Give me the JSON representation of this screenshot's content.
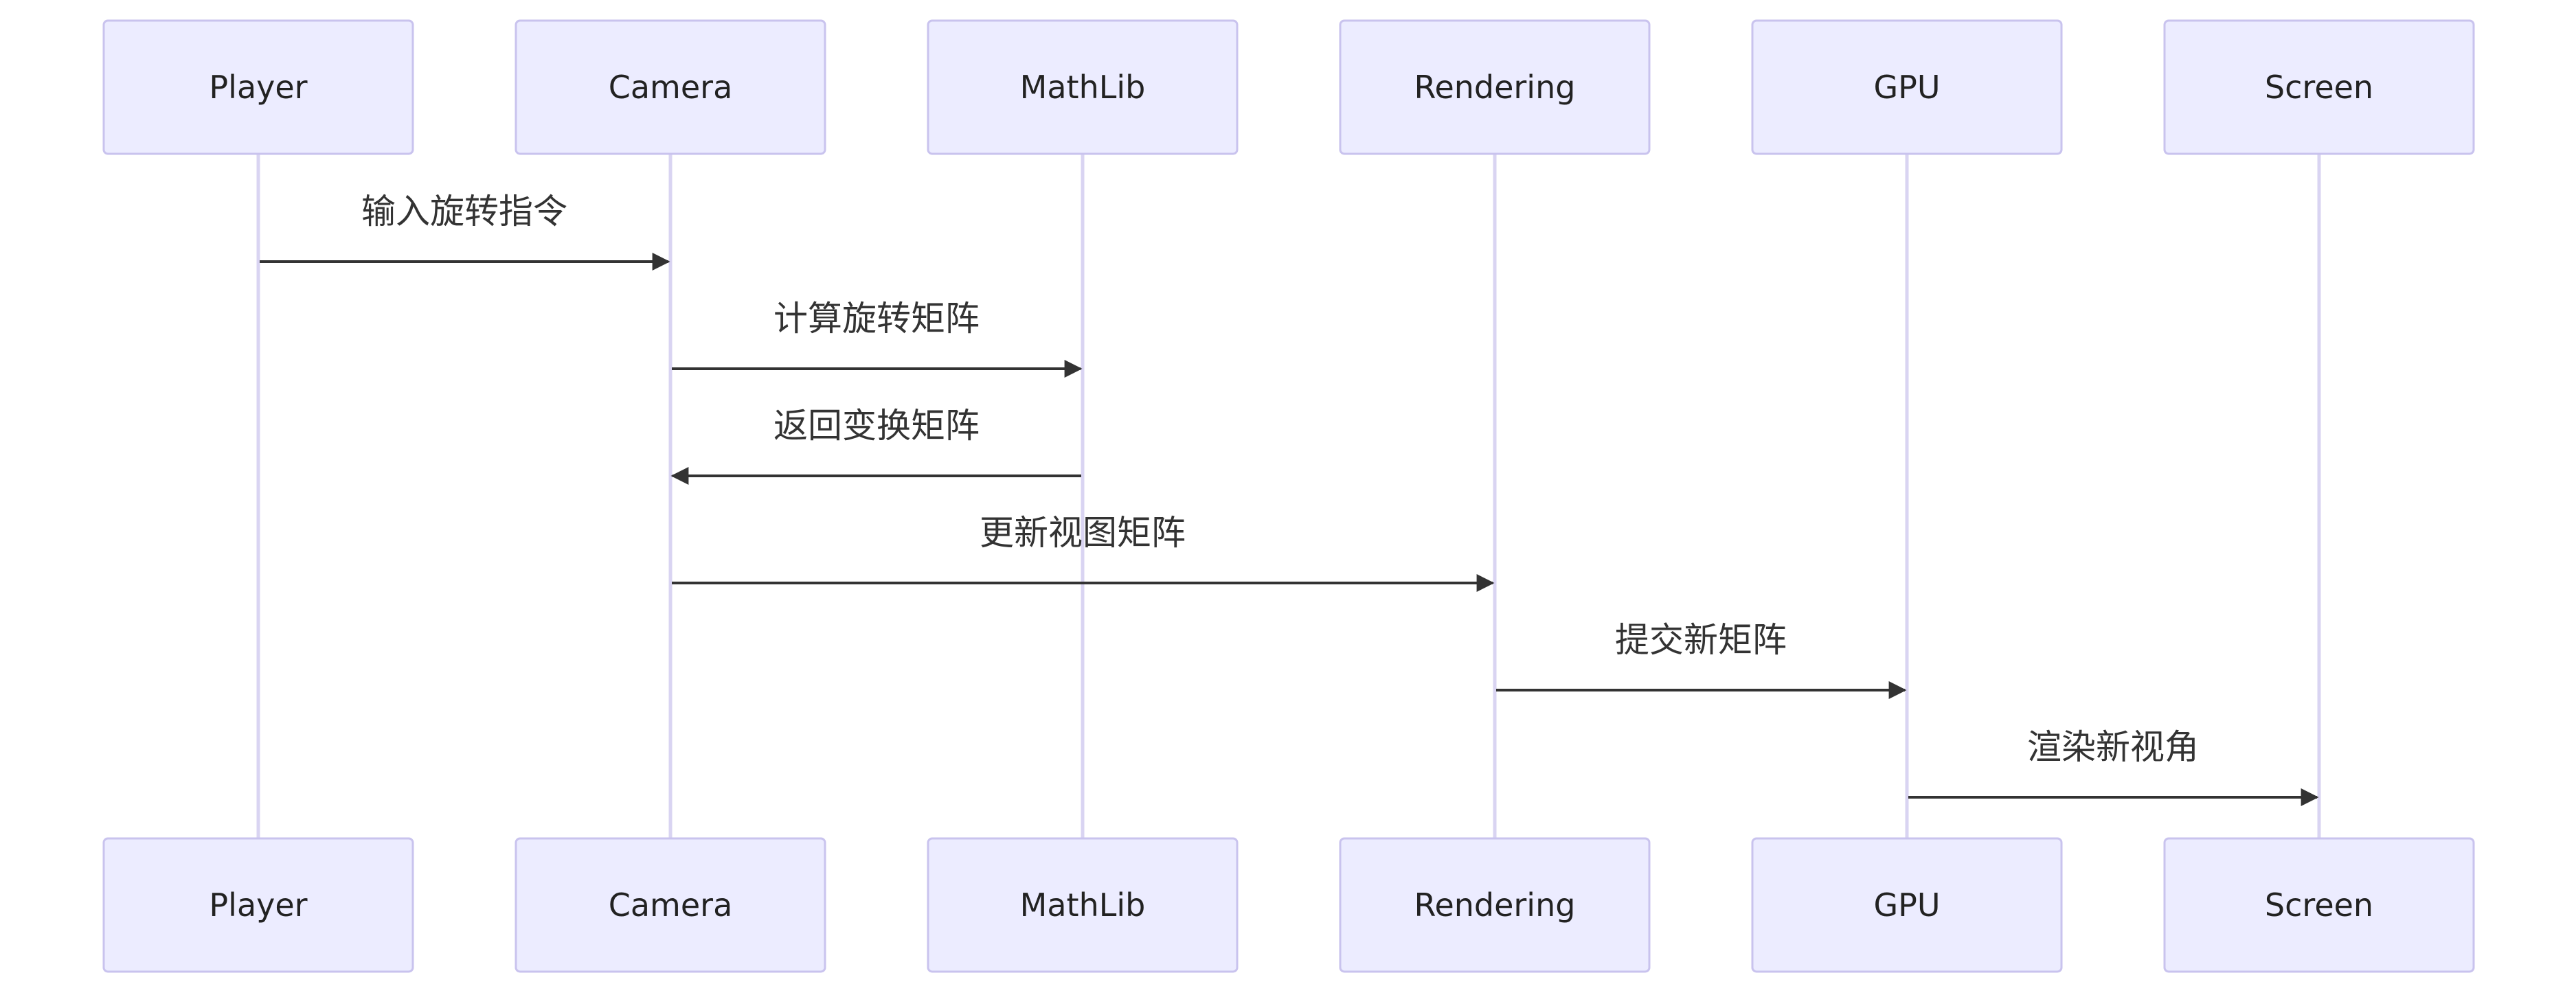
{
  "colors": {
    "actor_fill": "#ECECFF",
    "actor_stroke": "#C9C3EE",
    "lifeline": "#D9D4F2",
    "message_line": "#333333",
    "text": "#222222"
  },
  "actors": [
    {
      "id": "player",
      "label": "Player"
    },
    {
      "id": "camera",
      "label": "Camera"
    },
    {
      "id": "mathlib",
      "label": "MathLib"
    },
    {
      "id": "rendering",
      "label": "Rendering"
    },
    {
      "id": "gpu",
      "label": "GPU"
    },
    {
      "id": "screen",
      "label": "Screen"
    }
  ],
  "messages": [
    {
      "from": "player",
      "to": "camera",
      "label": "输入旋转指令"
    },
    {
      "from": "camera",
      "to": "mathlib",
      "label": "计算旋转矩阵"
    },
    {
      "from": "mathlib",
      "to": "camera",
      "label": "返回变换矩阵"
    },
    {
      "from": "camera",
      "to": "rendering",
      "label": "更新视图矩阵"
    },
    {
      "from": "rendering",
      "to": "gpu",
      "label": "提交新矩阵"
    },
    {
      "from": "gpu",
      "to": "screen",
      "label": "渲染新视角"
    }
  ]
}
